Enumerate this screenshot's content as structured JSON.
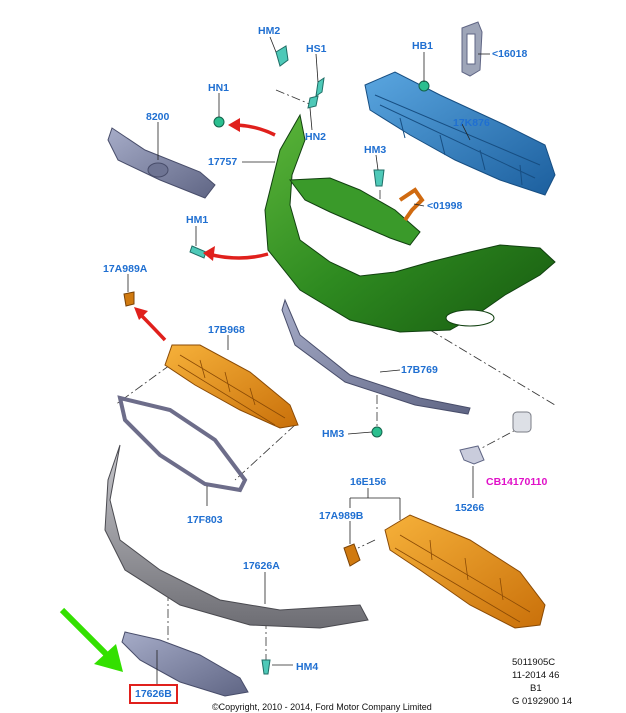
{
  "labels": {
    "hm2": "HM2",
    "hs1": "HS1",
    "hb1": "HB1",
    "p16018": "<16018",
    "hn1": "HN1",
    "p8200": "8200",
    "hn2": "HN2",
    "p17k876": "17K876",
    "p17757": "17757",
    "hm3_top": "HM3",
    "p01998": "<01998",
    "hm1": "HM1",
    "p17a989a": "17A989A",
    "p17b968": "17B968",
    "p17b769": "17B769",
    "hm3_mid": "HM3",
    "cb14170110": "CB14170110",
    "p15266": "15266",
    "p16e156": "16E156",
    "p17a989b": "17A989B",
    "p17f803": "17F803",
    "p17626a": "17626A",
    "hm4": "HM4",
    "p17626b": "17626B"
  },
  "meta": {
    "line1": "5011905C",
    "line2": "11-2014 46",
    "line3": "B1",
    "line4": "G 0192900 14"
  },
  "copyright": "©Copyright, 2010 - 2014, Ford Motor Company Limited",
  "colors": {
    "label_blue": "#1f6fd1",
    "label_magenta": "#e010c8",
    "bumper_green": "#2f8a1f",
    "absorber_orange": "#e8920e",
    "reinforcement_blue": "#2a7fc4",
    "arrow_red": "#e0201c",
    "arrow_green": "#33e000",
    "trim_grey": "#8f8f95"
  }
}
